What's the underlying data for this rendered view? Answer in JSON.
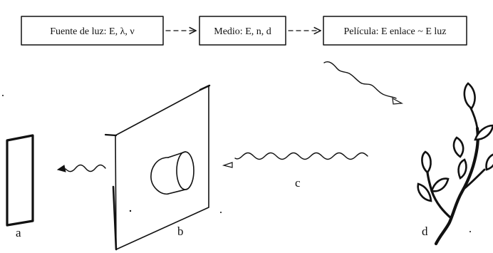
{
  "flow": {
    "source_box": "Fuente de luz: E,  λ,  ν",
    "medium_box": "Medio:  E,  n,  d",
    "film_box": "Película:  E enlace ~ E luz"
  },
  "labels": {
    "a": "a",
    "b": "b",
    "c": "c",
    "d": "d"
  },
  "colors": {
    "ink": "#111111",
    "background": "#ffffff"
  }
}
